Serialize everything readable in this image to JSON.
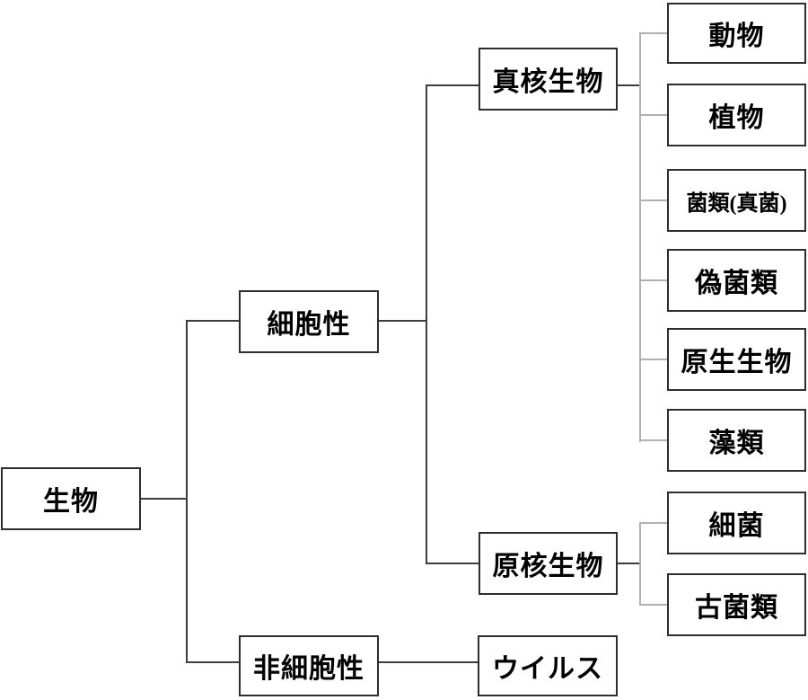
{
  "diagram": {
    "type": "tree",
    "orientation": "left-to-right",
    "colors": {
      "background": "#ffffff",
      "box_border": "#2e2e2e",
      "line_primary": "#3d3d3d",
      "line_bracket": "#b1b1b1",
      "text": "#000000"
    },
    "nodes": {
      "organism": {
        "label": "生物",
        "children": [
          "cellular",
          "noncellular"
        ]
      },
      "cellular": {
        "label": "細胞性",
        "children": [
          "eukaryote",
          "prokaryote"
        ]
      },
      "noncellular": {
        "label": "非細胞性",
        "children": [
          "virus"
        ]
      },
      "eukaryote": {
        "label": "真核生物",
        "children": [
          "animal",
          "plant",
          "fungi",
          "pseudofungi",
          "protist",
          "algae"
        ]
      },
      "prokaryote": {
        "label": "原核生物",
        "children": [
          "bacteria",
          "archaea"
        ]
      },
      "animal": {
        "label": "動物",
        "children": []
      },
      "plant": {
        "label": "植物",
        "children": []
      },
      "fungi": {
        "label": "菌類(真菌)",
        "children": []
      },
      "pseudofungi": {
        "label": "偽菌類",
        "children": []
      },
      "protist": {
        "label": "原生生物",
        "children": []
      },
      "algae": {
        "label": "藻類",
        "children": []
      },
      "bacteria": {
        "label": "細菌",
        "children": []
      },
      "archaea": {
        "label": "古菌類",
        "children": []
      },
      "virus": {
        "label": "ウイルス",
        "children": []
      }
    }
  }
}
